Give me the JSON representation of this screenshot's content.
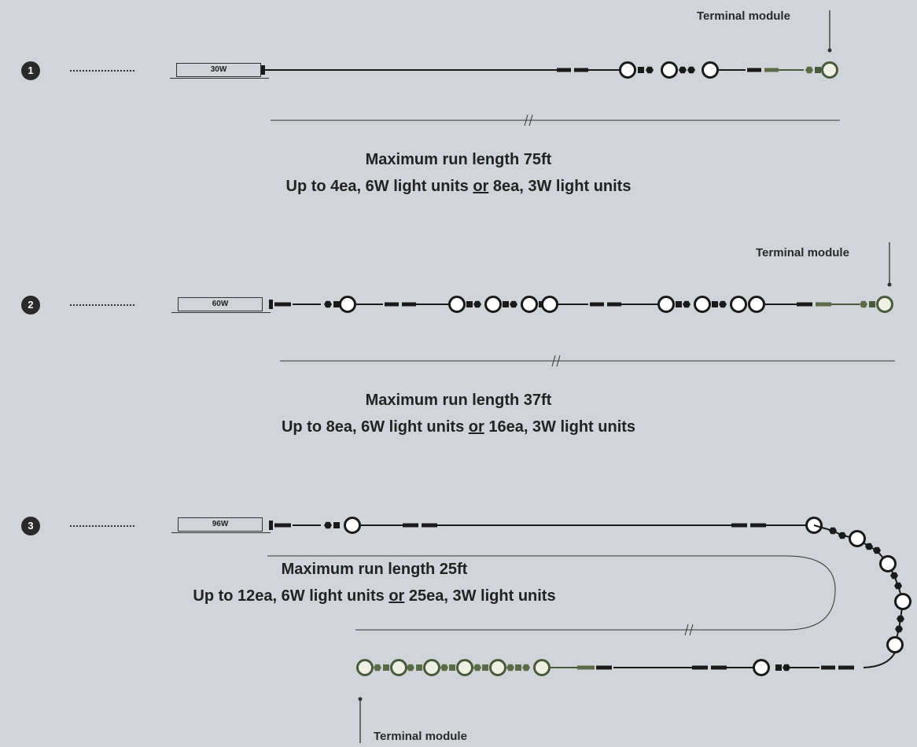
{
  "runs": [
    {
      "number": "1",
      "driver": "30W",
      "max_length": "Maximum run length 75ft",
      "units_a": "Up to 4ea, 6W light units",
      "or": "or",
      "units_b": "8ea, 3W light units",
      "terminal_label": "Terminal module"
    },
    {
      "number": "2",
      "driver": "60W",
      "max_length": "Maximum run length 37ft",
      "units_a": "Up to 8ea, 6W light units",
      "or": "or",
      "units_b": "16ea, 3W light units",
      "terminal_label": "Terminal module"
    },
    {
      "number": "3",
      "driver": "96W",
      "max_length": "Maximum run length 25ft",
      "units_a": "Up to 12ea, 6W light units",
      "or": "or",
      "units_b": "25ea, 3W light units",
      "terminal_label": "Terminal module"
    }
  ],
  "colors": {
    "background": "#d1d5d9",
    "cable": "#1a1a1a",
    "light_unit_fill": "#ffffff",
    "terminal_fill": "#eef0e4",
    "terminal_cable": "#4a5a3c",
    "terminal_accent": "#5b6b48"
  }
}
